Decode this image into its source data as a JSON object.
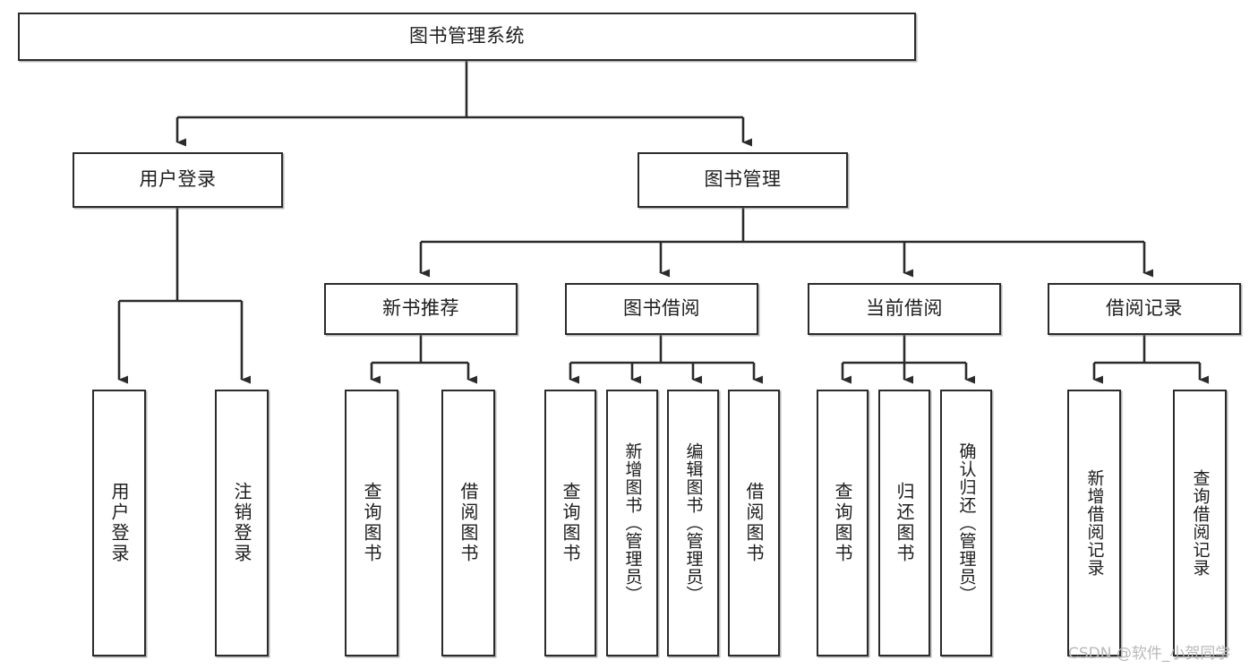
{
  "diagram": {
    "title": "图书管理系统",
    "type": "tree-hierarchy-chart",
    "root": {
      "label": "图书管理系统"
    },
    "level2": [
      {
        "label": "用户登录"
      },
      {
        "label": "图书管理"
      }
    ],
    "level3": [
      {
        "label": "新书推荐"
      },
      {
        "label": "图书借阅"
      },
      {
        "label": "当前借阅"
      },
      {
        "label": "借阅记录"
      }
    ],
    "leaves": {
      "user_login": [
        {
          "label": "用户登录"
        },
        {
          "label": "注销登录"
        }
      ],
      "new_book_recommend": [
        {
          "label": "查询图书"
        },
        {
          "label": "借阅图书"
        }
      ],
      "book_borrow": [
        {
          "label": "查询图书"
        },
        {
          "label": "新增图书（管理员）"
        },
        {
          "label": "编辑图书（管理员）"
        },
        {
          "label": "借阅图书"
        }
      ],
      "current_borrow": [
        {
          "label": "查询图书"
        },
        {
          "label": "归还图书"
        },
        {
          "label": "确认归还（管理员）"
        }
      ],
      "borrow_record": [
        {
          "label": "新增借阅记录"
        },
        {
          "label": "查询借阅记录"
        }
      ]
    }
  },
  "watermark": {
    "text": "CSDN @软件_小贺同学"
  },
  "colors": {
    "stroke": "#2b2b2b",
    "fill": "#ffffff",
    "text": "#1d1d1d",
    "watermark": "#b9b9b9"
  }
}
